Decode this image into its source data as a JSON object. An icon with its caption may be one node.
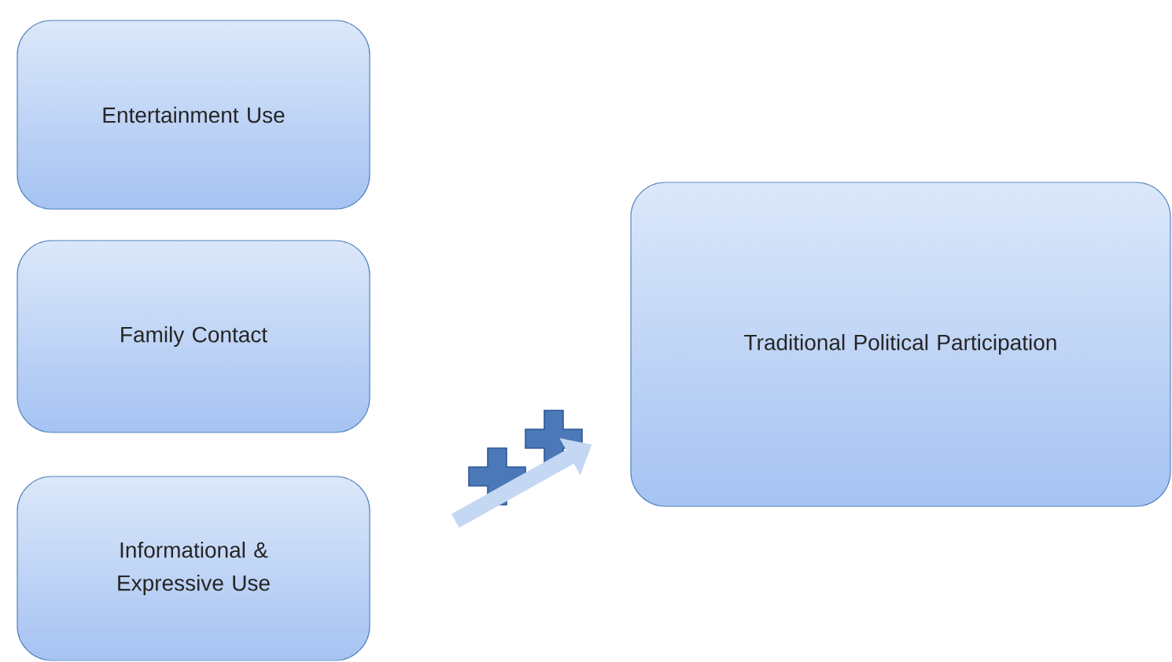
{
  "diagram": {
    "nodes": [
      {
        "text": [
          "Entertainment Use"
        ]
      },
      {
        "text": [
          "Family Contact"
        ]
      },
      {
        "text": [
          "Informational & Expressive Use"
        ]
      },
      {
        "text": [
          "Traditional Political Participation"
        ]
      }
    ],
    "edges": [
      {
        "from": 2,
        "to": 3,
        "arrow": "to"
      }
    ]
  }
}
